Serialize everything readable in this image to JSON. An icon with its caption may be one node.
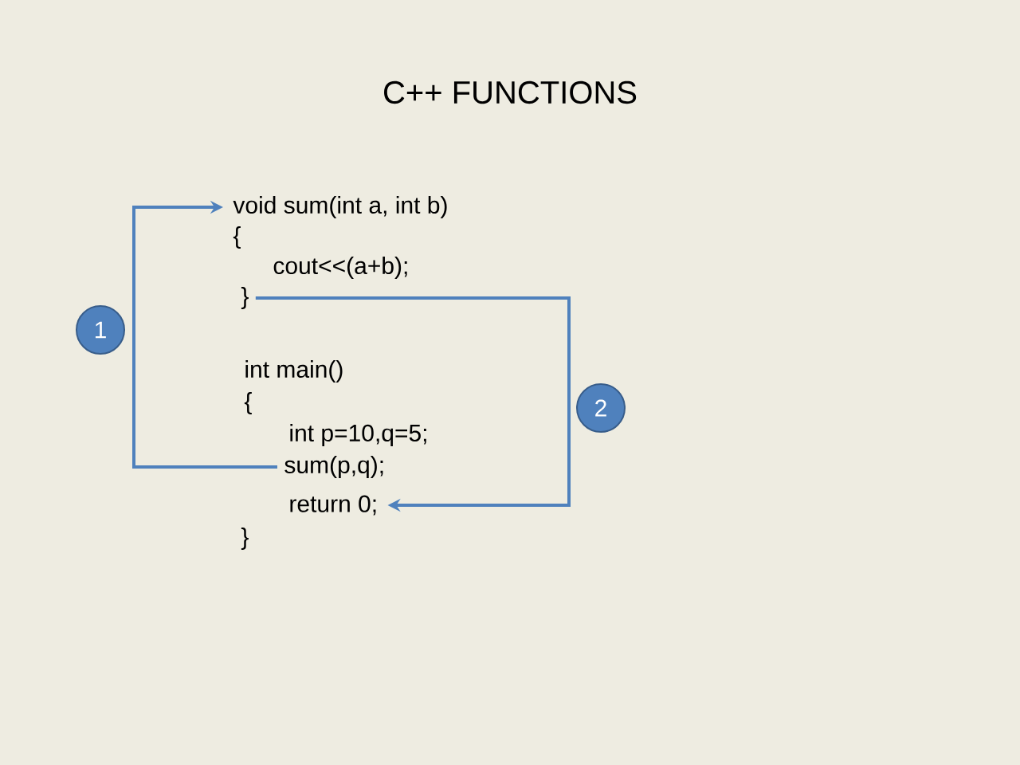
{
  "diagram": {
    "title": "C++ FUNCTIONS",
    "nodes": [
      {
        "text": [
          "void sum(int a, int b)"
        ]
      },
      {
        "text": [
          "}"
        ]
      },
      {
        "text": [
          "sum(p,q);"
        ]
      },
      {
        "text": [
          "return 0;"
        ]
      },
      {
        "text": [
          "1"
        ]
      },
      {
        "text": [
          "2"
        ]
      }
    ],
    "edges": [
      {
        "from": 2,
        "to": 0,
        "arrow": "to"
      },
      {
        "from": 1,
        "to": 3,
        "arrow": "to"
      }
    ],
    "labels": [
      "{",
      "cout<<(a+b);",
      "int main()",
      "{",
      "int p=10,q=5;",
      "}"
    ]
  }
}
